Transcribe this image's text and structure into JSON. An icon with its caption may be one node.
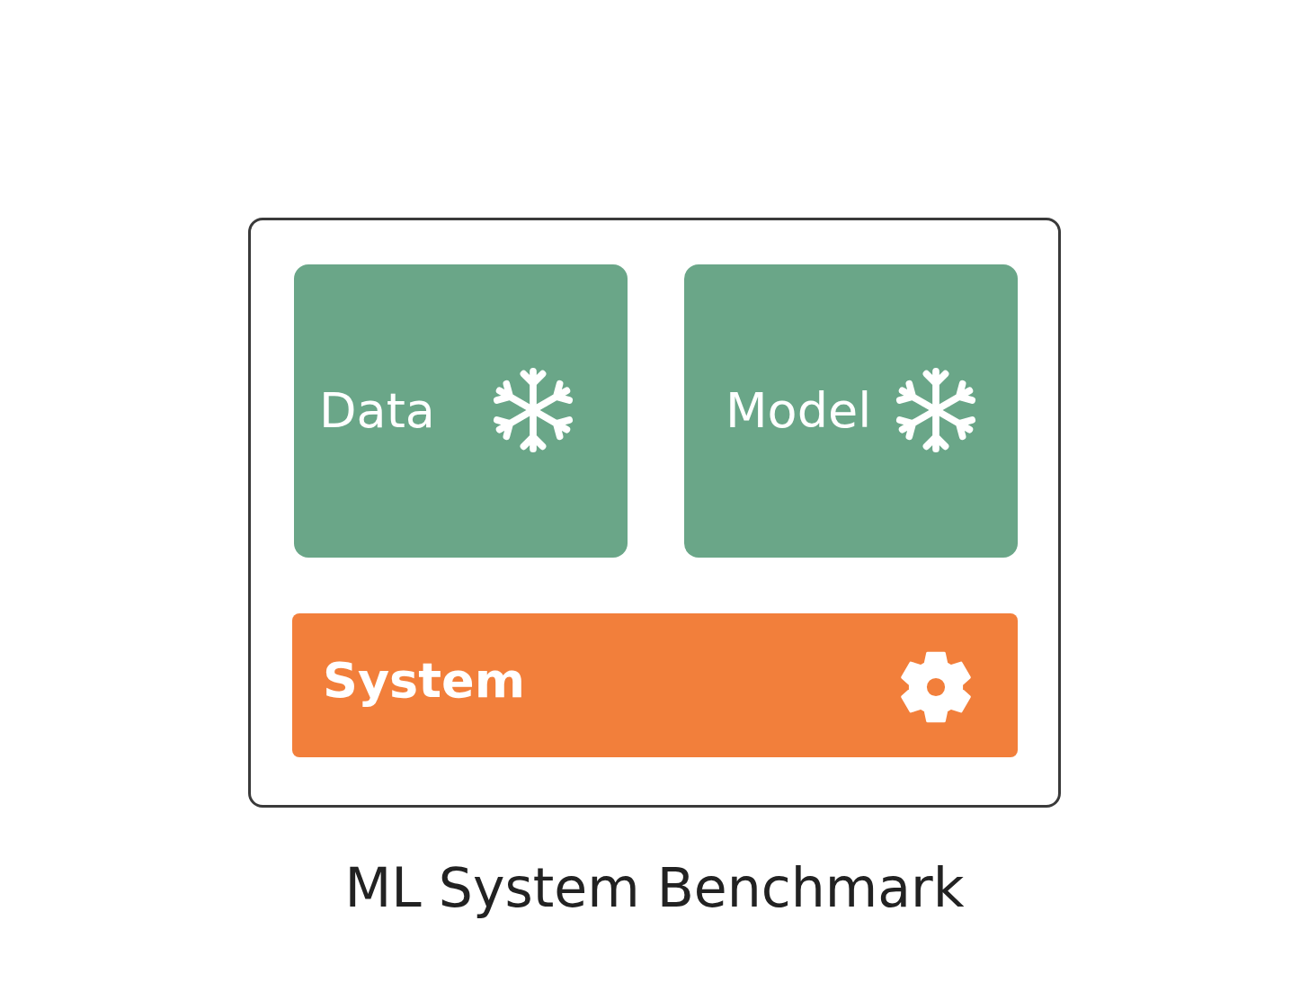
{
  "diagram": {
    "caption": "ML System Benchmark",
    "nodes": [
      {
        "text": [],
        "shape": "box"
      },
      {
        "text": [
          "Data"
        ],
        "in": 0
      },
      {
        "text": [
          "Model"
        ],
        "in": 0
      },
      {
        "text": [
          "System"
        ],
        "in": 0
      }
    ],
    "edges": []
  }
}
